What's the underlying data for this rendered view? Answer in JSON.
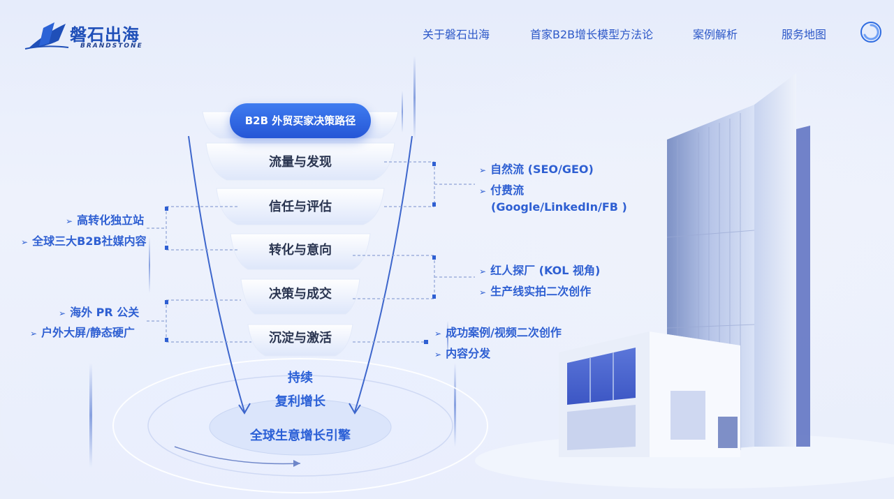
{
  "header": {
    "brand_name": "磐石出海",
    "brand_sub": "BRANDSTONE",
    "nav": [
      {
        "label": "关于磐石出海"
      },
      {
        "label": "首家B2B增长模型方法论"
      },
      {
        "label": "案例解析"
      },
      {
        "label": "服务地图"
      }
    ]
  },
  "funnel": {
    "title": "B2B 外贸买家决策路径",
    "stages": [
      {
        "label": "流量与发现"
      },
      {
        "label": "信任与评估"
      },
      {
        "label": "转化与意向"
      },
      {
        "label": "决策与成交"
      },
      {
        "label": "沉淀与激活"
      }
    ],
    "growth_line1": "持续",
    "growth_line2": "复利增长",
    "engine": "全球生意增长引擎"
  },
  "right_lists": {
    "group1": {
      "item1": "自然流 (SEO/GEO)",
      "item2": "付费流",
      "item2_cont": "(Google/LinkedIn/FB )"
    },
    "group2": {
      "item1": "红人探厂 (KOL 视角)",
      "item2": "生产线实拍二次创作"
    },
    "group3": {
      "item1": "成功案例/视频二次创作",
      "item2": "内容分发"
    }
  },
  "left_lists": {
    "group1": {
      "item1": "高转化独立站",
      "item2": "全球三大B2B社媒内容"
    },
    "group2": {
      "item1": "海外 PR 公关",
      "item2": "户外大屏/静态硬广"
    }
  },
  "colors": {
    "accent": "#2e5fd2",
    "pill_blue": "#2556d6",
    "stage_text": "#2a3550"
  }
}
